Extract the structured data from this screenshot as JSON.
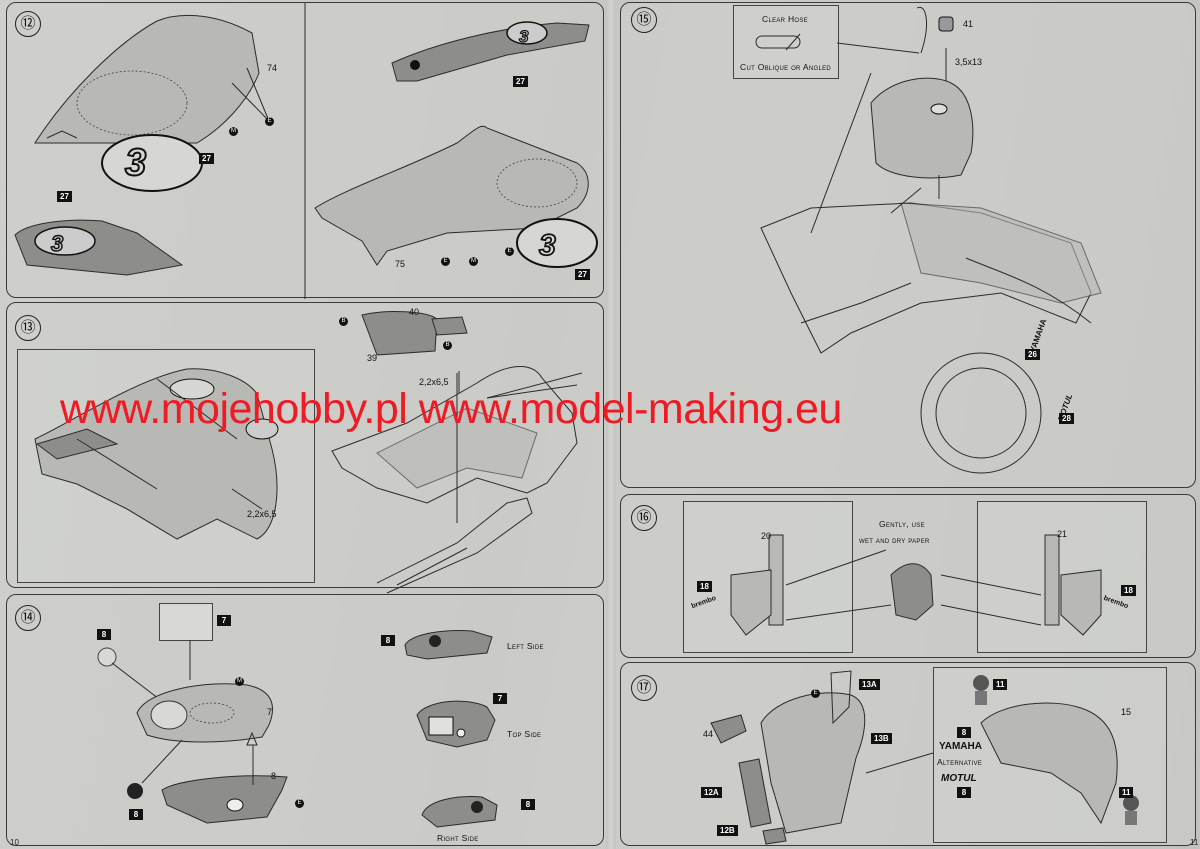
{
  "watermark": "www.mojehobby.pl www.model-making.eu",
  "page_numbers": {
    "left": "10",
    "right": "11"
  },
  "steps": {
    "s12": {
      "number": "⑫",
      "labels": {
        "part74": "74",
        "partE1": "E",
        "partM": "M",
        "decal27a": "27",
        "decal27b": "27",
        "decal27c": "27",
        "decal27d": "27",
        "part75": "75",
        "partE2": "E",
        "partM2": "M",
        "partE3": "E"
      }
    },
    "s13": {
      "number": "⑬",
      "labels": {
        "part40": "40",
        "partB1": "B",
        "partB2": "B",
        "part39": "39",
        "screw1": "2,2x6,5",
        "screw2": "2,2x6,5"
      }
    },
    "s14": {
      "number": "⑭",
      "labels": {
        "decal7a": "7",
        "decal8a": "8",
        "partM": "M",
        "part7": "7",
        "part8": "8",
        "partE": "E",
        "decal8b": "8",
        "decal8c": "8",
        "decal7b": "7",
        "decal8d": "8"
      },
      "views": {
        "left": "Left Side",
        "top": "Top Side",
        "right": "Right Side"
      }
    },
    "s15": {
      "number": "⑮",
      "hose_title": "Clear Hose",
      "hose_note": "Cut Oblique or Angled",
      "labels": {
        "part41": "41",
        "screw": "3,5x13",
        "yamaha": "YAMAHA",
        "decal26": "26",
        "motul": "MOTUL",
        "decal28": "28"
      }
    },
    "s16": {
      "number": "⑯",
      "note_line1": "Gently, use",
      "note_line2": "wet and dry paper",
      "labels": {
        "part20": "20",
        "part21": "21",
        "decal18a": "18",
        "decal18b": "18",
        "brembo1": "brembo",
        "brembo2": "brembo"
      }
    },
    "s17": {
      "number": "⑰",
      "labels": {
        "partE": "E",
        "part44": "44",
        "decal13a": "13A",
        "decal13b": "13B",
        "decal12a": "12A",
        "decal12b": "12B",
        "part15": "15",
        "decal11a": "11",
        "decal11b": "11",
        "decal8a": "8",
        "decal8b": "8",
        "yamaha": "YAMAHA",
        "alternative": "Alternative",
        "motul": "MOTUL"
      }
    }
  }
}
